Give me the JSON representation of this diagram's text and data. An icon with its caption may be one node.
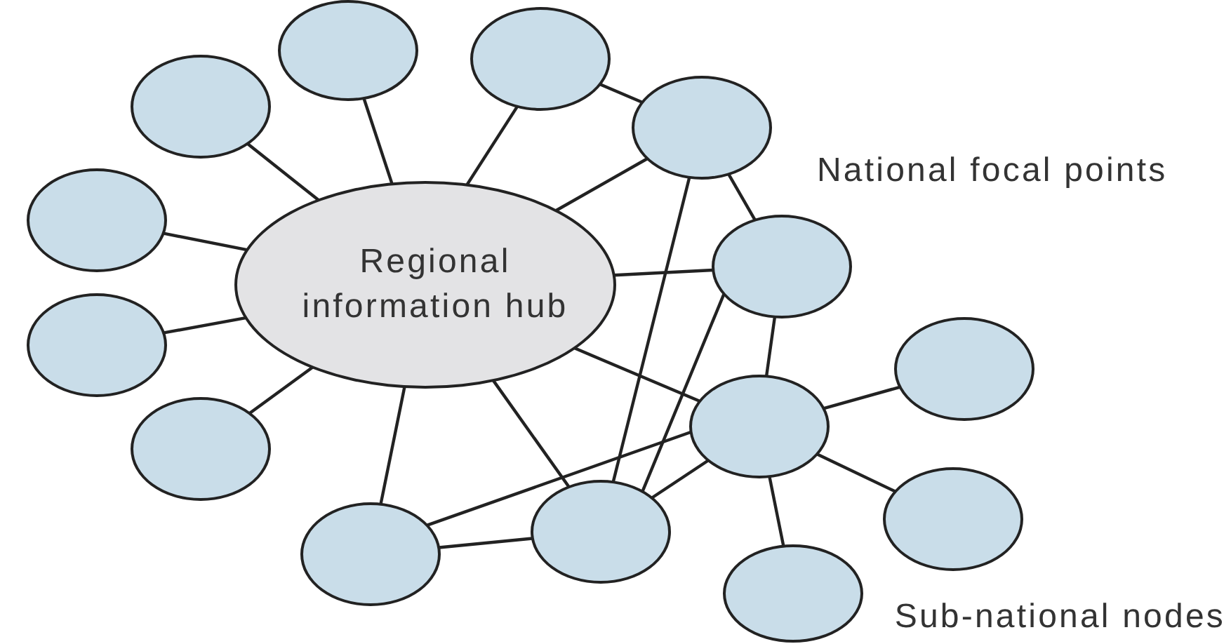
{
  "diagram": {
    "nodes": [
      {
        "text": [
          "Regional information hub"
        ]
      },
      {
        "text": [],
        "shape": "ellipse"
      },
      {
        "text": [],
        "shape": "ellipse"
      },
      {
        "text": [],
        "shape": "ellipse"
      },
      {
        "text": [],
        "shape": "ellipse"
      },
      {
        "text": [],
        "shape": "ellipse"
      },
      {
        "text": [],
        "shape": "ellipse"
      },
      {
        "text": [],
        "shape": "ellipse"
      },
      {
        "text": [],
        "shape": "ellipse"
      },
      {
        "text": [],
        "shape": "ellipse"
      },
      {
        "text": [],
        "shape": "ellipse"
      },
      {
        "text": [],
        "shape": "ellipse"
      },
      {
        "text": [],
        "shape": "ellipse"
      },
      {
        "text": [],
        "shape": "ellipse"
      },
      {
        "text": [],
        "shape": "ellipse"
      }
    ],
    "edges": [
      {
        "from": 0,
        "to": 1,
        "arrow": "none"
      },
      {
        "from": 0,
        "to": 2,
        "arrow": "none"
      },
      {
        "from": 0,
        "to": 3,
        "arrow": "none"
      },
      {
        "from": 0,
        "to": 4,
        "arrow": "none"
      },
      {
        "from": 0,
        "to": 5,
        "arrow": "none"
      },
      {
        "from": 0,
        "to": 6,
        "arrow": "none"
      },
      {
        "from": 0,
        "to": 7,
        "arrow": "none"
      },
      {
        "from": 0,
        "to": 9,
        "arrow": "none"
      },
      {
        "from": 0,
        "to": 10,
        "arrow": "none"
      },
      {
        "from": 0,
        "to": 12,
        "arrow": "none"
      },
      {
        "from": 0,
        "to": 13,
        "arrow": "none"
      },
      {
        "from": 2,
        "to": 4,
        "arrow": "none"
      },
      {
        "from": 4,
        "to": 6,
        "arrow": "none"
      },
      {
        "from": 4,
        "to": 12,
        "arrow": "none"
      },
      {
        "from": 6,
        "to": 12,
        "arrow": "none"
      },
      {
        "from": 6,
        "to": 9,
        "arrow": "none"
      },
      {
        "from": 13,
        "to": 9,
        "arrow": "none"
      },
      {
        "from": 13,
        "to": 12,
        "arrow": "none"
      },
      {
        "from": 12,
        "to": 9,
        "arrow": "none"
      },
      {
        "from": 9,
        "to": 8,
        "arrow": "none"
      },
      {
        "from": 9,
        "to": 11,
        "arrow": "none"
      },
      {
        "from": 9,
        "to": 14,
        "arrow": "none"
      }
    ],
    "labels": [
      "National focal points",
      "Sub-national nodes"
    ]
  }
}
